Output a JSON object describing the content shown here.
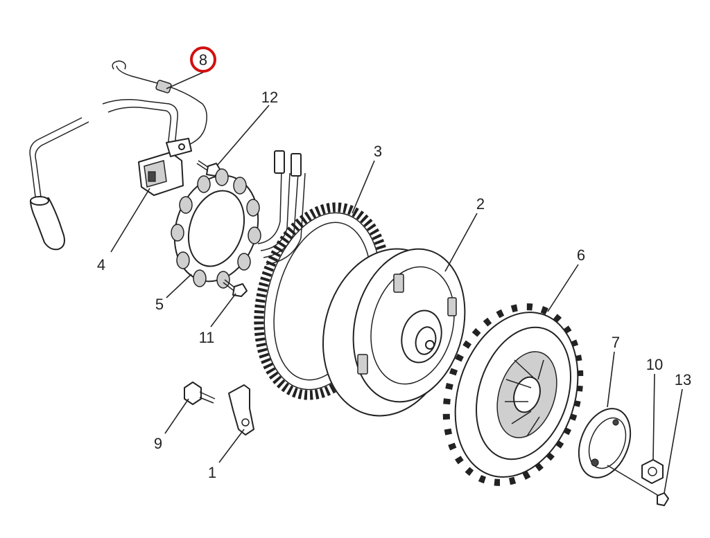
{
  "callouts": {
    "c1": "1",
    "c2": "2",
    "c3": "3",
    "c4": "4",
    "c5": "5",
    "c6": "6",
    "c7": "7",
    "c8": "8",
    "c9": "9",
    "c10": "10",
    "c11": "11",
    "c12": "12",
    "c13": "13"
  },
  "highlight": {
    "part": "8",
    "color": "#d21010"
  }
}
